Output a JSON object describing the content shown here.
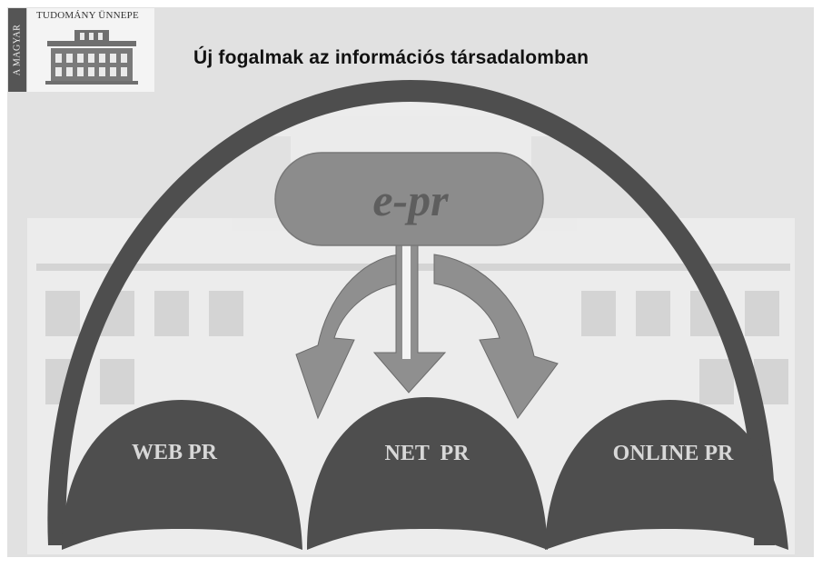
{
  "header": {
    "title": "Új fogalmak az információs társadalomban"
  },
  "logo": {
    "vertical_text": "A MAGYAR",
    "top_text": "TUDOMÁNY ÜNNEPE",
    "icon": "building-icon"
  },
  "diagram": {
    "center_label": "e-pr",
    "nodes": [
      "WEB PR",
      "NET  PR",
      "ONLINE PR"
    ]
  },
  "colors": {
    "background": "#e1e1e1",
    "arch": "#4e4e4e",
    "center_pill": "#8c8c8c",
    "arrow": "#8f8f8f",
    "center_text": "#5e5e5e",
    "node_text": "#d8d8d8"
  }
}
